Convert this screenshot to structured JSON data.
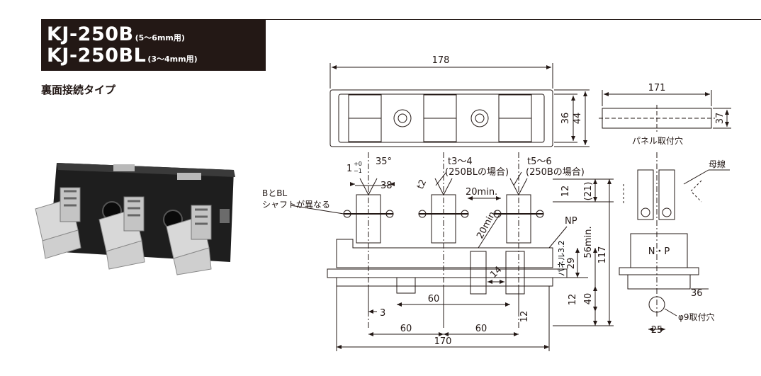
{
  "header": {
    "model_1": "KJ-250B",
    "range_1": "(5～6mm用)",
    "model_2": "KJ-250BL",
    "range_2": "(3～4mm用)",
    "subtitle": "裏面接続タイプ"
  },
  "top_view": {
    "width_label": "178",
    "height_inner_label": "36",
    "height_outer_label": "44"
  },
  "panel_cutout": {
    "width_label": "171",
    "height_label": "37",
    "caption": "パネル取付穴"
  },
  "front_view": {
    "angle_label": "35°",
    "tolerance_label": "1",
    "tolerance_sup": "+0",
    "tolerance_sub": "−1",
    "width_38": "38",
    "t2_label": "t2",
    "t3_label": "t3～4",
    "t3_note": "(250BLの場合)",
    "t5_label": "t5～6",
    "t5_note": "(250Bの場合)",
    "shaft_note_1": "BとBL",
    "shaft_note_2": "シャフトが異なる",
    "min_20_horizontal": "20min.",
    "min_20_diag": "20min.",
    "dim_12_top": "12",
    "dim_21": "(21)",
    "dim_np": "NP",
    "panel_note": "パネル3.2",
    "dim_29": "29",
    "dim_56min": "56min.",
    "dim_117": "117",
    "dim_14": "14",
    "dim_12_mid": "12",
    "dim_40": "40",
    "dim_3": "3",
    "dim_60_inner": "60",
    "dim_12_bottom": "12",
    "dim_60_left": "60",
    "dim_60_right": "60",
    "dim_170": "170"
  },
  "side_view": {
    "busbar_label": "母線",
    "np_label": "N・P",
    "dim_36": "36",
    "hole_label": "φ9取付穴",
    "dim_25": "25"
  }
}
